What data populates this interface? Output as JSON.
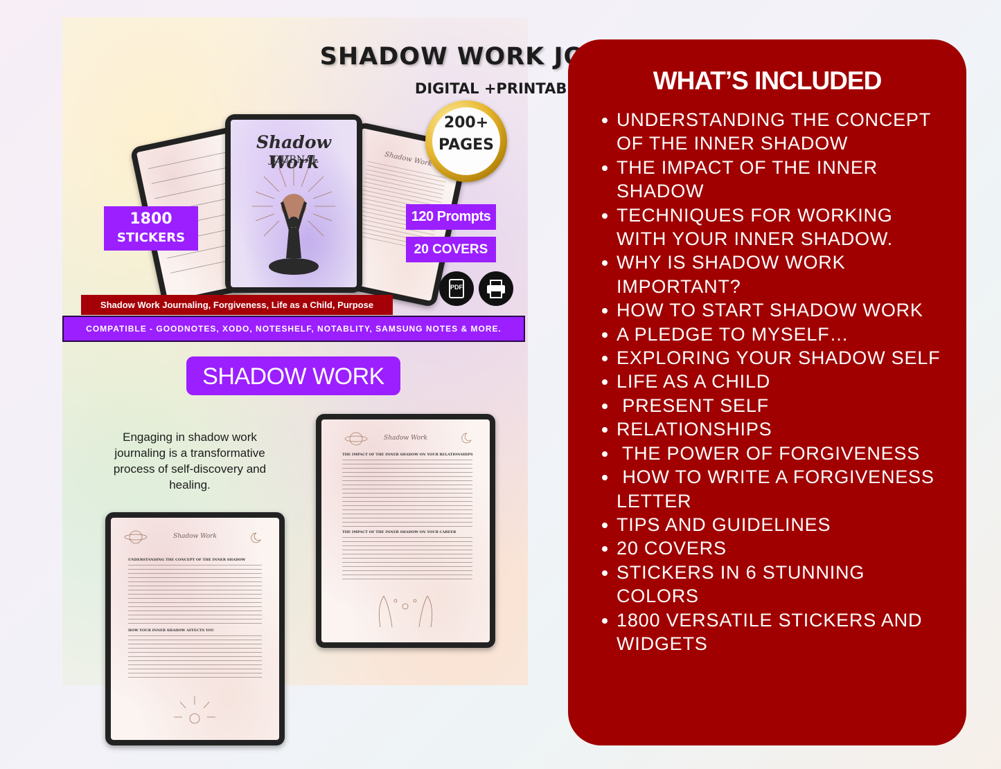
{
  "left": {
    "title": "SHADOW WORK JOURNAL",
    "subtitle": "DIGITAL +PRINTABLE",
    "cover": {
      "title": "Shadow Work",
      "subtitle": "JOURNAL"
    },
    "page_script": "Shadow Work",
    "badge": {
      "line1": "200+",
      "line2": "PAGES"
    },
    "stickers": {
      "line1": "1800",
      "line2": "STICKERS"
    },
    "prompts": "120 Prompts",
    "covers": "20 COVERS",
    "pdf_icon_label": "PDF",
    "topics_strip": "Shadow Work Journaling, Forgiveness, Life as a Child, Purpose",
    "compat_strip": "COMPATIBLE - GOODNOTES, XODO, NOTESHELF, NOTABLITY, SAMSUNG NOTES & MORE.",
    "section_button": "SHADOW WORK",
    "description": "Engaging in shadow work journaling is a transformative process of self-discovery and healing.",
    "page1_heading": "THE IMPACT OF THE INNER SHADOW ON YOUR RELATIONSHIPS",
    "page1_heading2": "THE IMPACT OF THE INNER SHADOW ON YOUR CAREER",
    "page2_heading": "UNDERSTANDING THE CONCEPT OF THE INNER SHADOW",
    "page2_heading2": "HOW YOUR INNER SHADOW AFFECTS YOU"
  },
  "right": {
    "title": "WHAT’S INCLUDED",
    "items": [
      "UNDERSTANDING THE CONCEPT OF THE INNER SHADOW",
      "THE IMPACT OF THE INNER SHADOW",
      "TECHNIQUES FOR WORKING WITH YOUR INNER SHADOW.",
      "WHY IS SHADOW WORK IMPORTANT?",
      "HOW TO START SHADOW WORK",
      "A PLEDGE TO MYSELF…",
      "EXPLORING YOUR SHADOW SELF",
      "LIFE AS A CHILD",
      " PRESENT SELF",
      "RELATIONSHIPS",
      " THE POWER OF FORGIVENESS",
      " HOW TO WRITE A FORGIVENESS LETTER",
      "TIPS AND GUIDELINES",
      "20 COVERS",
      "STICKERS IN 6 STUNNING COLORS",
      "1800 VERSATILE STICKERS AND WIDGETS"
    ]
  },
  "colors": {
    "panel_red": "#a00000",
    "purple": "#9b1fff",
    "strip_red": "#a50007",
    "gold": "#e8b830"
  }
}
